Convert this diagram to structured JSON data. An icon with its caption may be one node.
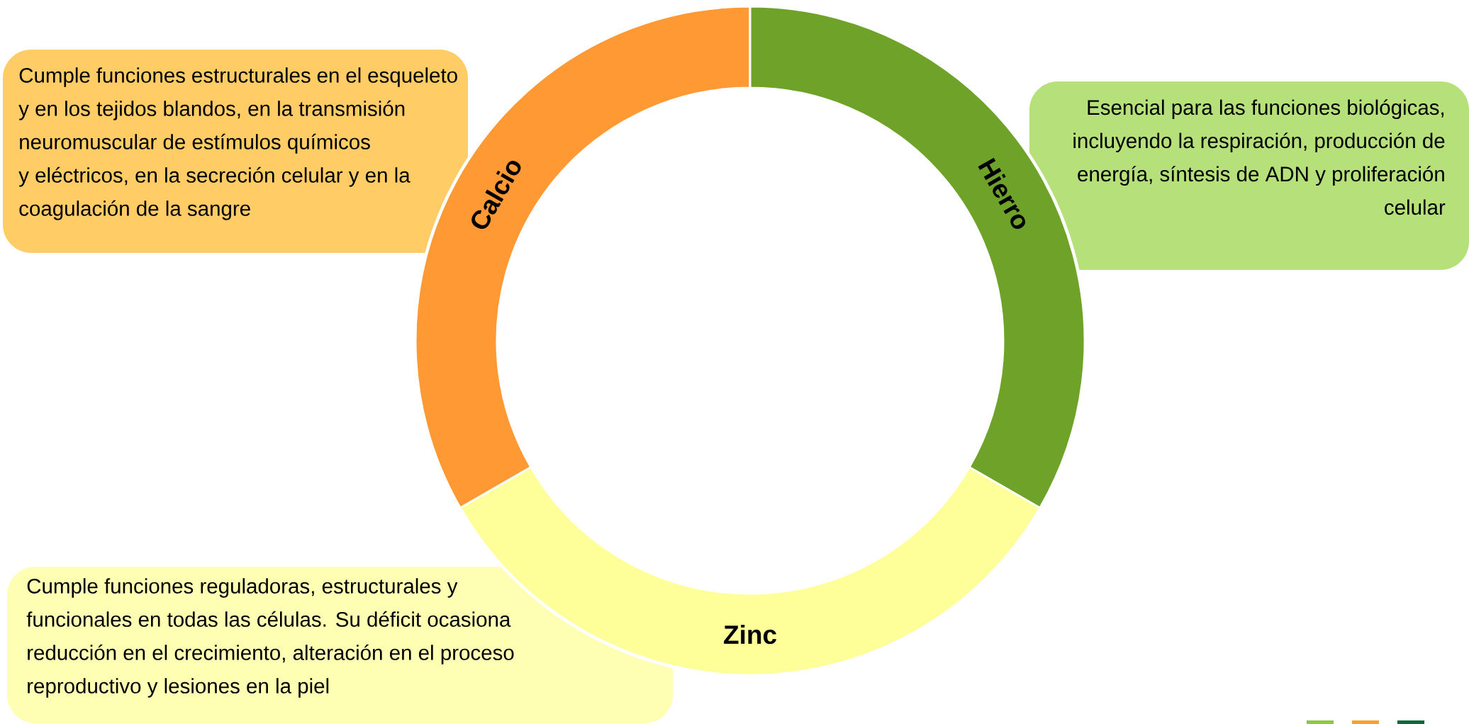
{
  "diagram": {
    "nodes": [
      {
        "text": [
          "Cumple funciones estructurales en el esqueleto y en los tejidos blandos, en la transmisión neuromuscular de estímulos químicos y eléctricos, en la secreción celular y en la coagulación de la sangre"
        ]
      },
      {
        "text": [
          "Calcio"
        ]
      },
      {
        "text": [
          "Hierro"
        ]
      },
      {
        "text": [
          "Esencial para las funciones biológicas, incluyendo la respiración, producción de energía, síntesis de ADN y proliferación celular"
        ]
      },
      {
        "text": [
          "Zinc"
        ]
      },
      {
        "text": [
          "Cumple funciones reguladoras, estructurales y funcionales en todas las células. Su déficit ocasiona reducción en el crecimiento, alteración en el proceso reproductivo y lesiones en la piel"
        ]
      }
    ]
  }
}
